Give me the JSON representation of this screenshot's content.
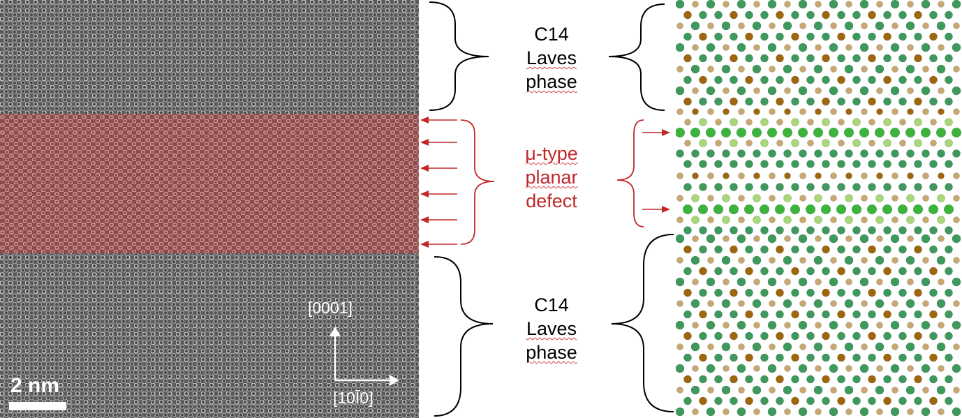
{
  "figure": {
    "tem_image": {
      "scale_bar_label": "2 nm",
      "axis_vertical_label": "[0001]",
      "axis_horizontal_label": "[10Ī0]",
      "defect_highlight_color": "#b84a4a"
    },
    "labels": {
      "top_phase": [
        "C14",
        "Laves",
        "phase"
      ],
      "defect": [
        "μ-type",
        "planar",
        "defect"
      ],
      "bottom_phase": [
        "C14",
        "Laves",
        "phase"
      ]
    },
    "colors": {
      "defect_text": "#c0282a",
      "arrow": "#c0282a",
      "brace": "#000000",
      "atom_dark_green": "#3d9a5c",
      "atom_bright_green": "#3cb43c",
      "atom_light_green": "#a8d878",
      "atom_brown": "#a0660e",
      "atom_tan": "#c8a870"
    },
    "model_image": {
      "description_icon": "crystal-structure-model"
    }
  }
}
